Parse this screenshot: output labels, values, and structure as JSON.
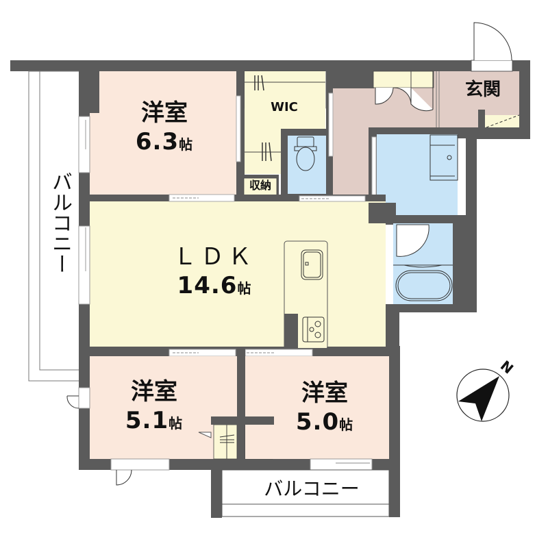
{
  "floor_plan": {
    "colors": {
      "wall": "#5b5b5b",
      "western_room": "#fbe8dc",
      "ldk": "#fbf8d6",
      "wic": "#fbf8d6",
      "entrance": "#e1cdc6",
      "water": "#c8e4f7",
      "storage": "#fbf8d6"
    },
    "rooms": {
      "western_room_1": {
        "name": "洋室",
        "size": "6.3",
        "unit": "帖"
      },
      "ldk": {
        "name": "ＬＤＫ",
        "size": "14.6",
        "unit": "帖"
      },
      "western_room_2": {
        "name": "洋室",
        "size": "5.1",
        "unit": "帖"
      },
      "western_room_3": {
        "name": "洋室",
        "size": "5.0",
        "unit": "帖"
      },
      "wic": {
        "name": "WIC"
      },
      "storage": {
        "name": "収納"
      },
      "entrance": {
        "name": "玄関"
      }
    },
    "balconies": {
      "west": {
        "name": "バルコニー"
      },
      "south": {
        "name": "バルコニー"
      }
    },
    "compass": {
      "label": "N"
    }
  }
}
